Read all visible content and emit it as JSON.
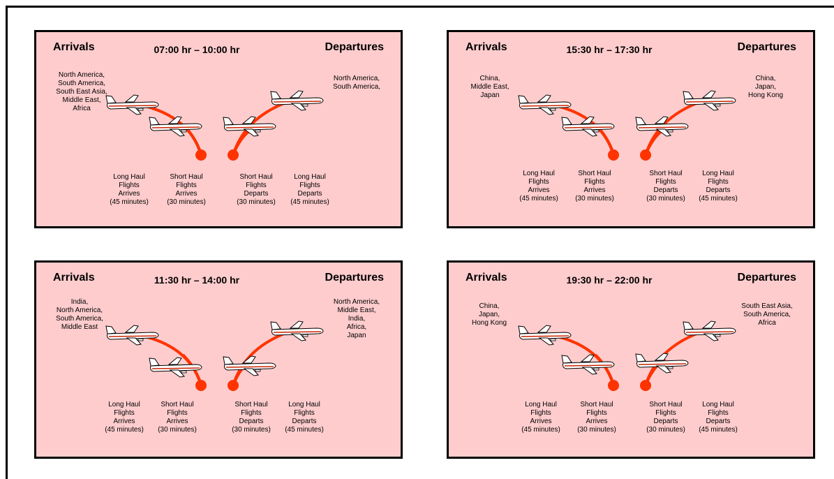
{
  "colors": {
    "panel": "#fecccd",
    "route": "#ff3300",
    "border": "#000000"
  },
  "icons": {
    "plane": "airplane-icon",
    "dot": "gate-dot-icon"
  },
  "panels": [
    {
      "arrivals": "Arrivals",
      "departures": "Departures",
      "time": "07:00 hr – 10:00 hr",
      "origins": "North America,\nSouth America,\nSouth East Asia,\nMiddle East,\nAfrica",
      "destinations": "North America,\nSouth America,",
      "captions": {
        "long_arr": "Long Haul\nFlights\nArrives\n(45 minutes)",
        "short_arr": "Short Haul\nFlights\nArrives\n(30 minutes)",
        "short_dep": "Short Haul\nFlights\nDeparts\n(30 minutes)",
        "long_dep": "Long Haul\nFlights\nDeparts\n(45 minutes)"
      }
    },
    {
      "arrivals": "Arrivals",
      "departures": "Departures",
      "time": "15:30 hr – 17:30 hr",
      "origins": "China,\nMiddle East,\nJapan",
      "destinations": "China,\nJapan,\nHong Kong",
      "captions": {
        "long_arr": "Long Haul\nFlights\nArrives\n(45 minutes)",
        "short_arr": "Short Haul\nFlights\nArrives\n(30 minutes)",
        "short_dep": "Short Haul\nFlights\nDeparts\n(30 minutes)",
        "long_dep": "Long Haul\nFlights\nDeparts\n(45 minutes)"
      }
    },
    {
      "arrivals": "Arrivals",
      "departures": "Departures",
      "time": "11:30 hr – 14:00 hr",
      "origins": "India,\nNorth America,\nSouth America,\nMiddle East",
      "destinations": "North America,\nMiddle East,\nIndia,\nAfrica,\nJapan",
      "captions": {
        "long_arr": "Long Haul\nFlights\nArrives\n(45 minutes)",
        "short_arr": "Short Haul\nFlights\nArrives\n(30 minutes)",
        "short_dep": "Short Haul\nFlights\nDeparts\n(30 minutes)",
        "long_dep": "Long Haul\nFlights\nDeparts\n(45 minutes)"
      }
    },
    {
      "arrivals": "Arrivals",
      "departures": "Departures",
      "time": "19:30 hr – 22:00 hr",
      "origins": "China,\nJapan,\nHong Kong",
      "destinations": "South East Asia,\nSouth America,\nAfrica",
      "captions": {
        "long_arr": "Long Haul\nFlights\nArrives\n(45 minutes)",
        "short_arr": "Short Haul\nFlights\nArrives\n(30 minutes)",
        "short_dep": "Short Haul\nFlights\nDeparts\n(30 minutes)",
        "long_dep": "Long Haul\nFlights\nDeparts\n(45 minutes)"
      }
    }
  ]
}
